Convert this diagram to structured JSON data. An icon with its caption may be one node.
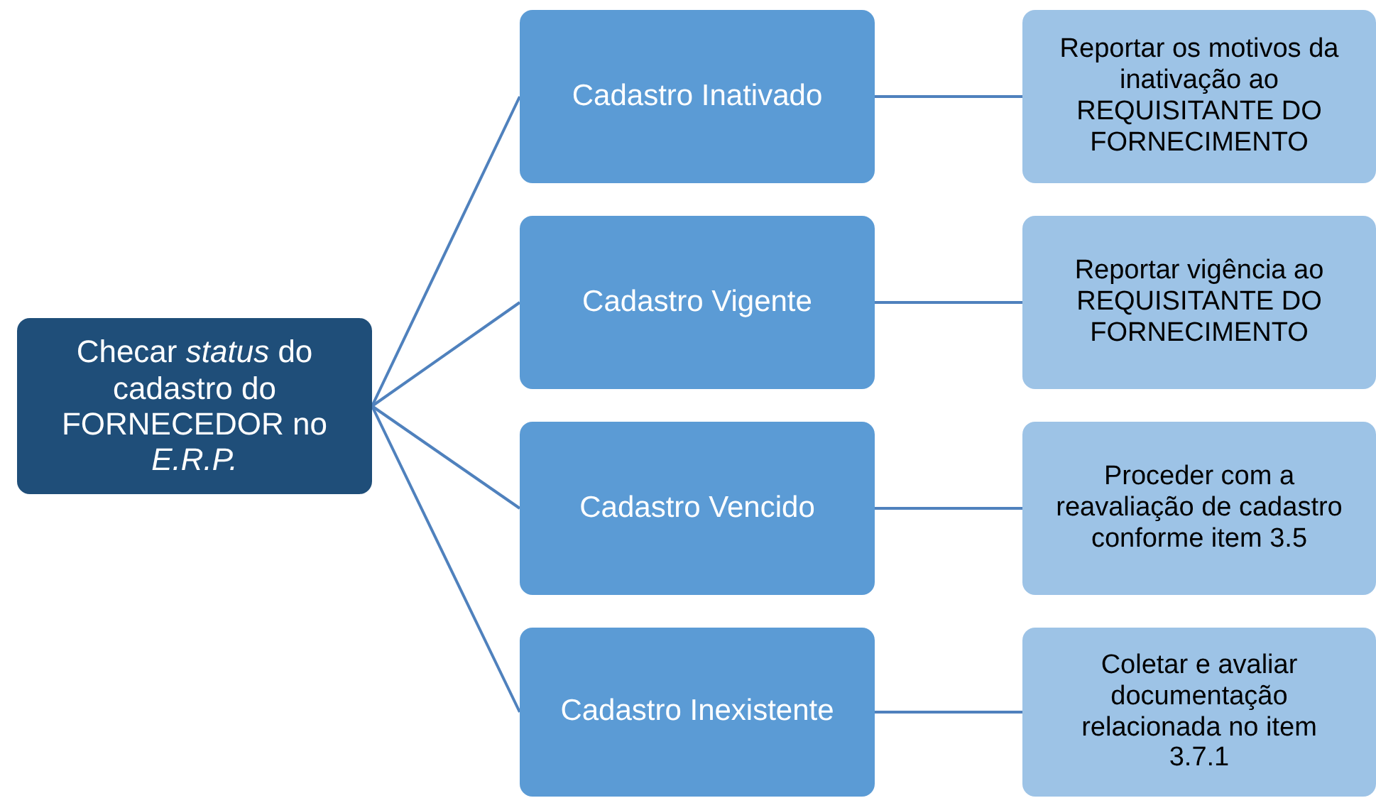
{
  "diagram": {
    "nodes": [
      {
        "text": [
          "Checar *status* do cadastro do FORNECEDOR no *E.R.P.*"
        ]
      },
      {
        "text": [
          "Cadastro Inativado"
        ]
      },
      {
        "text": [
          "Cadastro Vigente"
        ]
      },
      {
        "text": [
          "Cadastro Vencido"
        ]
      },
      {
        "text": [
          "Cadastro Inexistente"
        ]
      },
      {
        "text": [
          "Reportar os motivos da inativação ao REQUISITANTE DO FORNECIMENTO"
        ]
      },
      {
        "text": [
          "Reportar vigência ao REQUISITANTE DO FORNECIMENTO"
        ]
      },
      {
        "text": [
          "Proceder com a reavaliação de cadastro conforme item 3.5"
        ]
      },
      {
        "text": [
          "Coletar e avaliar documentação relacionada no item 3.7.1"
        ]
      }
    ],
    "edges": [
      {
        "from": 0,
        "to": 1,
        "arrow": "none"
      },
      {
        "from": 0,
        "to": 2,
        "arrow": "none"
      },
      {
        "from": 0,
        "to": 3,
        "arrow": "none"
      },
      {
        "from": 0,
        "to": 4,
        "arrow": "none"
      },
      {
        "from": 1,
        "to": 5,
        "arrow": "none"
      },
      {
        "from": 2,
        "to": 6,
        "arrow": "none"
      },
      {
        "from": 3,
        "to": 7,
        "arrow": "none"
      },
      {
        "from": 4,
        "to": 8,
        "arrow": "none"
      }
    ]
  }
}
